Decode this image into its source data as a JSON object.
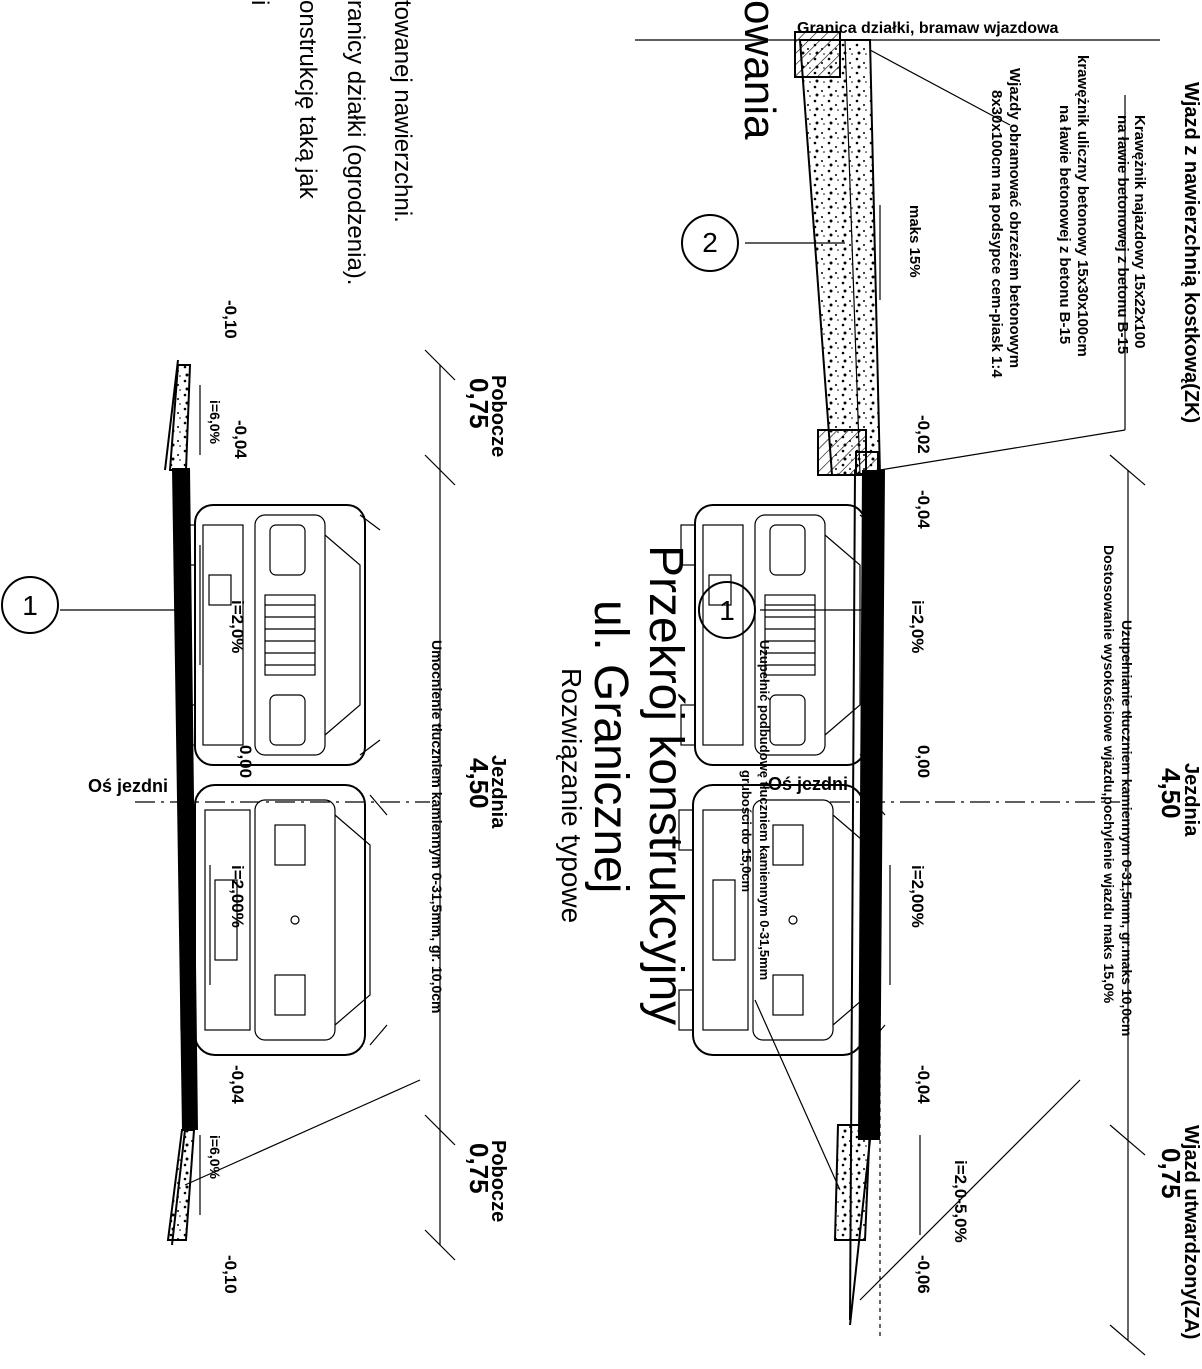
{
  "drawing": {
    "title": "Przekrój konstrukcyjny",
    "title_line2": "ul. Granicznej",
    "subtitle": "Rozwiązanie typowe",
    "partial_heading": "owania",
    "left_notes": [
      "towanej nawierzchni.",
      "ranicy działki (ogrodzenia).",
      "onstrukcję taką jak",
      "i"
    ]
  },
  "upper_section": {
    "header_left": "Wjazd z nawierzchnią kostkową(ZK)",
    "header_right": "Wjazd utwardzony(ZA)",
    "boundary_label": "Granica działki, bramaw wjazdowa",
    "curb_notes": [
      "Krawężnik najazdowy 15x22x100",
      "na ławie betonowej z betonu B-15",
      "krawężnik uliczny betonowy 15x30x100cm",
      "na ławie betonowej z betonu B-15",
      "Wjazdy obramować obrzeżem betonowym",
      "8x30x100cm na podsypce cem-piask 1:4"
    ],
    "max_slope": "maks 15%",
    "roadway_label": "Jezdnia",
    "roadway_width": "4,50",
    "driveway_width": "0,75",
    "fill_note_1": "Uzupełnianie tłuczniem kamiennym 0-31,5mm, gr.maks 10,0cm",
    "fill_note_2": "Dostosowanie wysokościowe wjazdu,pochylenie wjazdu maks 15,0%",
    "base_note_1": "Uzupełnić podbudowę tłuczniem kamiennym 0-31,5mm",
    "base_note_2": "grubości do 15,0cm",
    "axis_label": "Oś jezdni",
    "slope_1": "i=2,0%",
    "slope_2": "i=2,00%",
    "slope_3": "i=2,0-5,0%",
    "elev_a": "-0,02",
    "elev_b": "-0,04",
    "elev_c": "0,00",
    "elev_d": "-0,04",
    "elev_e": "-0,06",
    "marker_1": "1",
    "marker_2": "2"
  },
  "lower_section": {
    "shoulder_label_left": "Pobocze",
    "shoulder_width_left": "0,75",
    "shoulder_label_right": "Pobocze",
    "shoulder_width_right": "0,75",
    "roadway_label": "Jezdnia",
    "roadway_width": "4,50",
    "fill_note": "Umocnienie tłuczniem kamiennym 0-31,5mm, gr. 10,0cm",
    "axis_label": "Oś jezdni",
    "slope_1": "i=6,0%",
    "slope_2": "i=2,0%",
    "slope_3": "i=2,00%",
    "slope_4": "i=6,0%",
    "elev_a": "-0,10",
    "elev_b": "-0,04",
    "elev_c": "0,00",
    "elev_d": "-0,04",
    "elev_e": "-0,10",
    "marker_1": "1"
  }
}
